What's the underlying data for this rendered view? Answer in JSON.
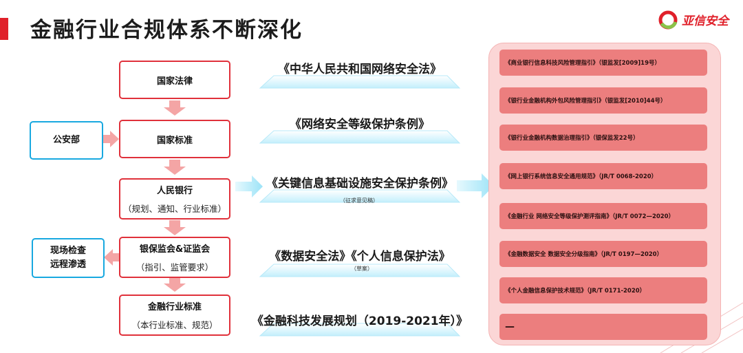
{
  "page": {
    "title": "金融行业合规体系不断深化",
    "logo_text": "亚信安全"
  },
  "flow": {
    "boxes": [
      {
        "label": "国家法律",
        "sub": ""
      },
      {
        "label": "国家标准",
        "sub": ""
      },
      {
        "label": "人民银行",
        "sub": "（规划、通知、行业标准）"
      },
      {
        "label": "银保监会&证监会",
        "sub": "（指引、监管要求）"
      },
      {
        "label": "金融行业标准",
        "sub": "（本行业标准、规范）"
      }
    ],
    "side_boxes": [
      {
        "line1": "公安部",
        "line2": ""
      },
      {
        "line1": "现场检查",
        "line2": "远程渗透"
      }
    ]
  },
  "laws": [
    {
      "text": "《中华人民共和国网络安全法》",
      "note": ""
    },
    {
      "text": "《网络安全等级保护条例》",
      "note": ""
    },
    {
      "text": "《关键信息基础设施安全保护条例》",
      "note": "（征求意见稿）"
    },
    {
      "text": "《数据安全法》《个人信息保护法》",
      "note": "（草案）"
    },
    {
      "text": "《金融科技发展规划（2019-2021年）》",
      "note": ""
    }
  ],
  "guidelines": [
    "《商业银行信息科技风险管理指引》（银监发[2009]19号）",
    "《银行业金融机构外包风险管理指引》（银监发[2010]44号）",
    "《银行业金融机构数据治理指引》（银保监发22号）",
    "《网上银行系统信息安全通用规范》（JR/T 0068-2020）",
    "《金融行业 网络安全等级保护测评指南》（JR/T 0072—2020）",
    "《金融数据安全 数据安全分级指南》（JR/T 0197—2020）",
    "《个人金融信息保护技术规范》（JR/T 0171-2020）",
    "—"
  ],
  "colors": {
    "accent_red": "#e0202a",
    "box_border_red": "#e0303a",
    "side_box_blue": "#17a8e0",
    "panel_pink": "#fbd6d6",
    "item_red": "#ec7e7e",
    "arrow_pink": "#f4a5a5",
    "banner_cyan": "#bdeefb"
  }
}
